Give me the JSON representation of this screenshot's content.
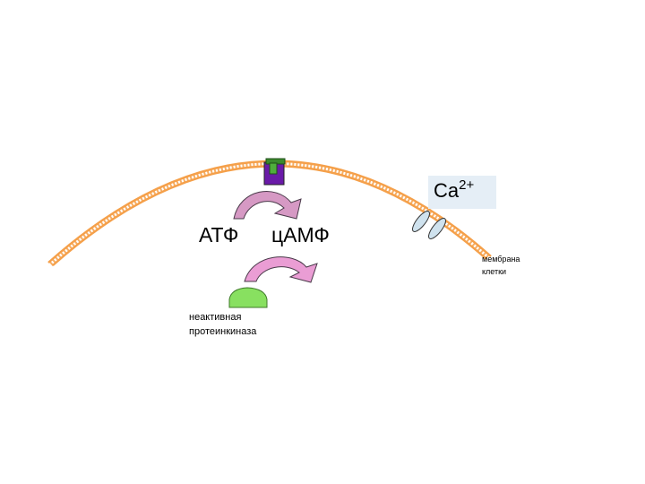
{
  "labels": {
    "atp": "АТФ",
    "camp": "цАМФ",
    "kinase_line1": "неактивная",
    "kinase_line2": "протеинкиназа",
    "membrane_line1": "мембрана",
    "membrane_line2": "клетки",
    "calcium": "Ca",
    "calcium_charge": "2+"
  },
  "colors": {
    "membrane": "#f5a04a",
    "receptor_body": "#6a1aa8",
    "receptor_cap": "#3a8a2c",
    "arrow_upper": "#d699c4",
    "arrow_lower": "#ea9dd4",
    "kinase": "#88e060",
    "channel": "#cfe2ee",
    "calcium_box": "#e5eef6"
  }
}
